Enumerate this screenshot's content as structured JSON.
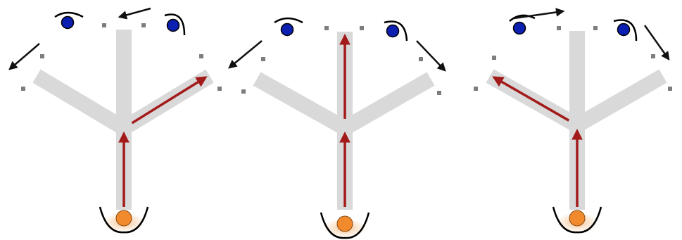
{
  "colors": {
    "background": "#ffffff",
    "maze_arm": "#d9d9d9",
    "path_arrow": "#a31a1a",
    "motion_arrow": "#111111",
    "reward_ball": "#0b1fb0",
    "reward_ball_outline": "#000000",
    "agent_ball": "#f08a2c",
    "agent_glow": "#f6c08a",
    "cue_dot": "#7d7d7d",
    "cup_line": "#000000"
  },
  "icons": {
    "reward": "blue-ball-in-cup-icon",
    "agent": "orange-ball-in-cup-icon",
    "motion": "black-arrow-icon",
    "path": "red-arrow-icon"
  },
  "panels": [
    {
      "id": "panel-1",
      "chosen_arm": "right",
      "left_ball_motion": "down-left",
      "right_ball_motion": "left"
    },
    {
      "id": "panel-2",
      "chosen_arm": "center",
      "left_ball_motion": "down-left",
      "right_ball_motion": "down-right"
    },
    {
      "id": "panel-3",
      "chosen_arm": "left",
      "left_ball_motion": "right",
      "right_ball_motion": "down-right"
    }
  ]
}
